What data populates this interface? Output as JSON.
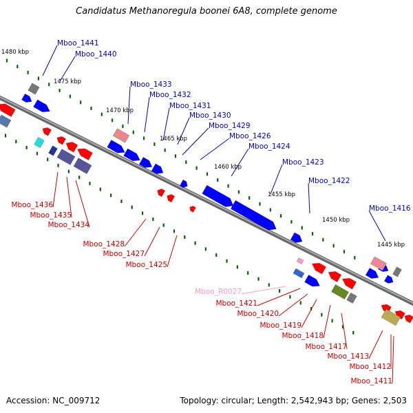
{
  "title": "Candidatus Methanoregula boonei 6A8, complete genome",
  "footer": {
    "accession": "Accession: NC_009712",
    "topology": "Topology: circular; Length: 2,542,943 bp; Genes: 2,503"
  },
  "colors": {
    "forward_gene": "#0000ff",
    "reverse_gene": "#ff0000",
    "rna": "#ff99cc",
    "tick": "#006600",
    "backbone": "#888888"
  },
  "kbp_labels": [
    "1480 kbp",
    "1475 kbp",
    "1470 kbp",
    "1465 kbp",
    "1460 kbp",
    "1455 kbp",
    "1450 kbp",
    "1445 kbp"
  ],
  "forward_labels": [
    "Mboo_1441",
    "Mboo_1440",
    "Mboo_1433",
    "Mboo_1432",
    "Mboo_1431",
    "Mboo_1430",
    "Mboo_1429",
    "Mboo_1426",
    "Mboo_1424",
    "Mboo_1423",
    "Mboo_1422",
    "Mboo_1416"
  ],
  "reverse_labels": [
    "Mboo_1436",
    "Mboo_1435",
    "Mboo_1434",
    "Mboo_1428",
    "Mboo_1427",
    "Mboo_1425",
    "Mboo_R0027",
    "Mboo_1421",
    "Mboo_1420",
    "Mboo_1419",
    "Mboo_1418",
    "Mboo_1417",
    "Mboo_1413",
    "Mboo_1412",
    "Mboo_1411"
  ]
}
